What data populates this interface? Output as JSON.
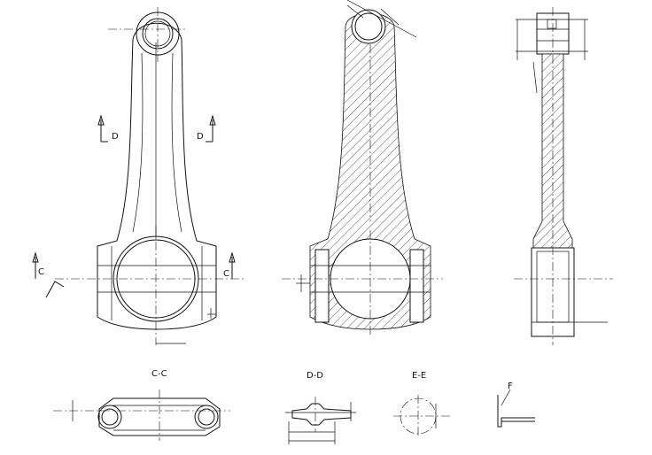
{
  "labels": {
    "section_c_left": "C",
    "section_c_right": "C",
    "section_d_left": "D",
    "section_d_right": "D",
    "view_cc": "C-C",
    "view_dd": "D-D",
    "view_ee": "E-E",
    "view_f": "F"
  }
}
